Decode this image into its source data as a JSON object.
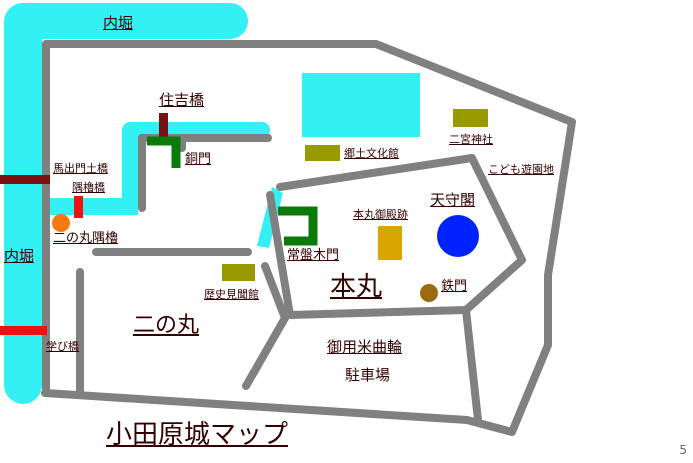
{
  "title": "小田原城マップ",
  "page_number": "5",
  "colors": {
    "moat": "#33f0f4",
    "path": "#808080",
    "bridge_dark": "#7a1010",
    "bridge_red": "#ee1111",
    "gate_green": "#0a7a0a",
    "olive": "#999900",
    "gold": "#d9a500",
    "tenshu_blue": "#0022ff",
    "orange": "#f47a10",
    "brown": "#9b6a10",
    "text": "#330000"
  },
  "labels": {
    "uchibori_top": "内堀",
    "uchibori_left": "内堀",
    "sumiyoshi_bashi": "住吉橋",
    "akagane_mon": "銅門",
    "umadashimon_dobashi": "馬出門土橋",
    "sumiyagura_bashi": "隅櫓橋",
    "ninomaru_sumiyagura": "二の丸隅櫓",
    "manabi_bashi": "学び橋",
    "ninomaru": "二の丸",
    "rekishi_kenbunkan": "歴史見聞館",
    "tokiwagi_mon": "常盤木門",
    "honmaru": "本丸",
    "honmaru_goten_ato": "本丸御殿跡",
    "tenshukaku": "天守閣",
    "tetsumon": "鉄門",
    "kyodo_bunkakan": "郷土文化館",
    "ninomiya_jinja": "二宮神社",
    "kodomo_yuenchi": "こども遊園地",
    "goyomai_kuruwa": "御用米曲輪",
    "chushajo": "駐車場"
  }
}
